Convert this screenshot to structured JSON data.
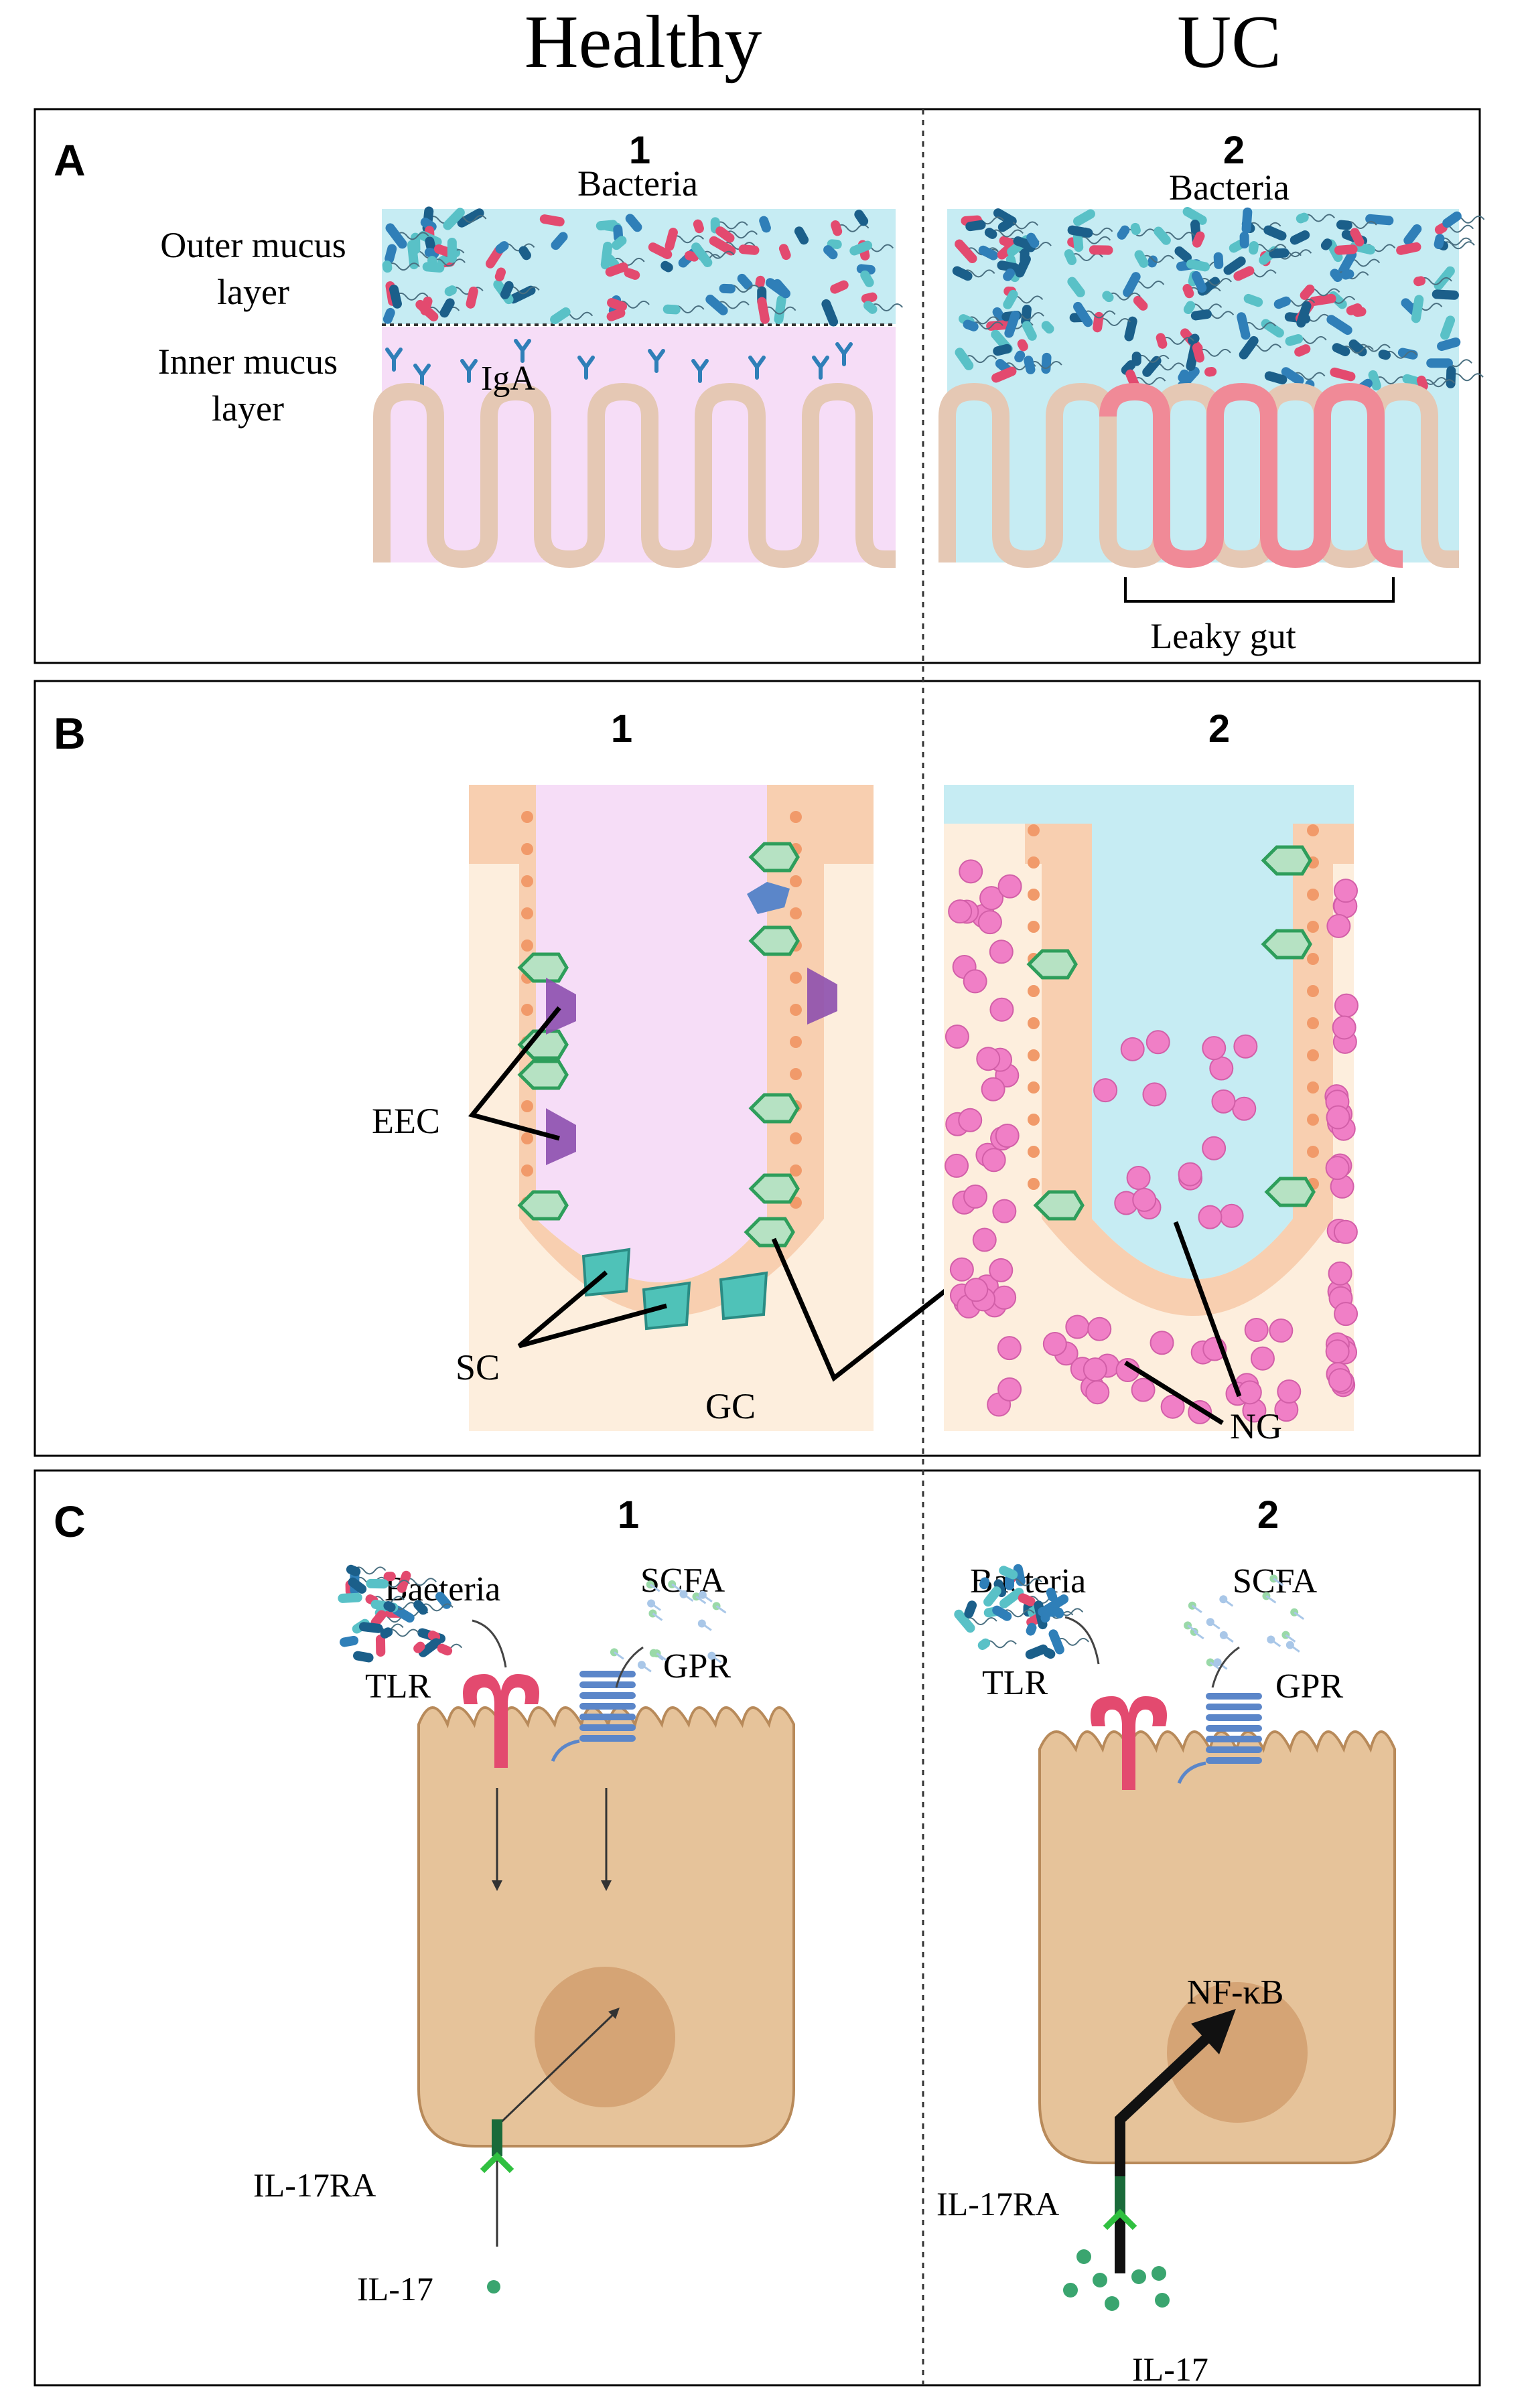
{
  "columns": {
    "left": "Healthy",
    "right": "UC"
  },
  "panels": {
    "A": {
      "letter": "A",
      "n1": "1",
      "n2": "2",
      "bacteria1": "Bacteria",
      "bacteria2": "Bacteria",
      "outer_line1": "Outer mucus",
      "outer_line2": "layer",
      "inner_line1": "Inner mucus",
      "inner_line2": "layer",
      "iga": "IgA",
      "leaky": "Leaky gut"
    },
    "B": {
      "letter": "B",
      "n1": "1",
      "n2": "2",
      "eec": "EEC",
      "sc": "SC",
      "gc": "GC",
      "ng": "NG"
    },
    "C": {
      "letter": "C",
      "n1": "1",
      "n2": "2",
      "bacteria1": "Baeteria",
      "bacteria2": "Bacteria",
      "scfa1": "SCFA",
      "scfa2": "SCFA",
      "tlr1": "TLR",
      "tlr2": "TLR",
      "gpr1": "GPR",
      "gpr2": "GPR",
      "il17ra1": "IL-17RA",
      "il17ra2": "IL-17RA",
      "il17_1": "IL-17",
      "il17_2": "IL-17",
      "nfkb": "NF-κB"
    }
  },
  "colors": {
    "mucus_blue": "#c6ecf3",
    "mucus_pink": "#f6ddf7",
    "tissue_peach": "#fdeedd",
    "cell_tan": "#e6c39a",
    "nucleus": "#d5a475",
    "goblet_green": "#2e9e5b",
    "eec_purple": "#8d4fae",
    "stem_teal": "#4fc2b8",
    "neutrophil_pink": "#f07fc6",
    "villus_red": "#f08a97",
    "tlr_red": "#e34a6f",
    "gpr_blue": "#5b86c9"
  }
}
